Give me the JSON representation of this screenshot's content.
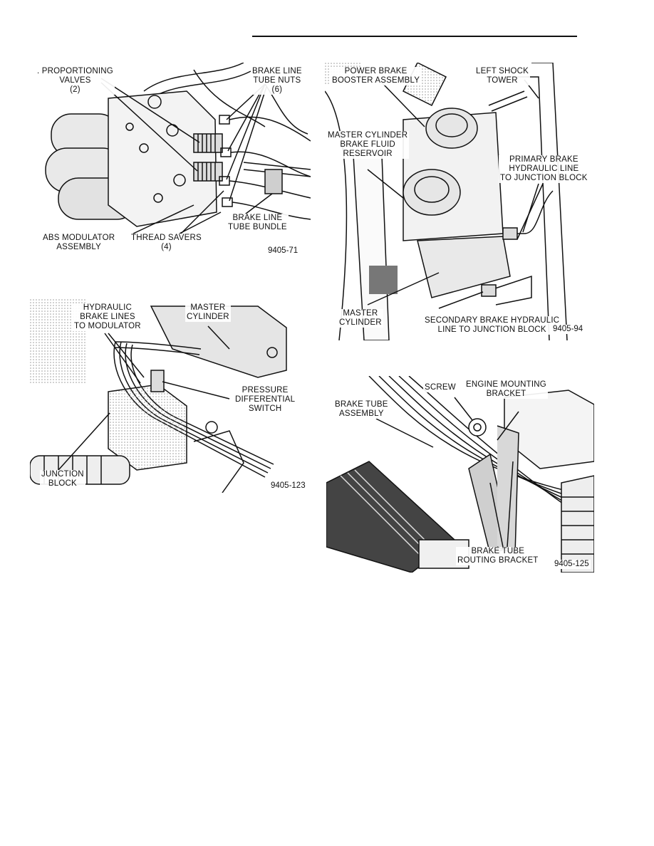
{
  "figures": [
    {
      "id": "abs-modulator",
      "code": "9405-71",
      "labels": {
        "proportioning_valves": ". PROPORTIONING\nVALVES\n(2)",
        "brake_line_tube_nuts": "BRAKE LINE\nTUBE NUTS\n(6)",
        "abs_modulator_assembly": "ABS MODULATOR\nASSEMBLY",
        "thread_savers": "THREAD SAVERS\n(4)",
        "brake_line_tube_bundle": "BRAKE LINE\nTUBE BUNDLE"
      }
    },
    {
      "id": "junction-block",
      "code": "9405-123",
      "labels": {
        "hydraulic_brake_lines": "HYDRAULIC\nBRAKE LINES\nTO MODULATOR",
        "master_cylinder": "MASTER\nCYLINDER",
        "pressure_differential_switch": "PRESSURE\nDIFFERENTIAL\nSWITCH",
        "junction_block": "JUNCTION\nBLOCK"
      }
    },
    {
      "id": "master-cylinder",
      "code": "9405-94",
      "labels": {
        "power_brake_booster": "POWER BRAKE\nBOOSTER ASSEMBLY",
        "left_shock_tower": "LEFT SHOCK\nTOWER",
        "master_cylinder_reservoir": "MASTER CYLINDER\nBRAKE FLUID\nRESERVOIR",
        "primary_brake_line": "PRIMARY BRAKE\nHYDRAULIC LINE\nTO JUNCTION BLOCK",
        "master_cylinder": "MASTER\nCYLINDER",
        "secondary_brake_line": "SECONDARY BRAKE HYDRAULIC\nLINE TO JUNCTION BLOCK"
      }
    },
    {
      "id": "tube-bracket",
      "code": "9405-125",
      "labels": {
        "screw": "SCREW",
        "engine_mounting_bracket": "ENGINE MOUNTING\nBRACKET",
        "brake_tube_assembly": "BRAKE TUBE\nASSEMBLY",
        "brake_tube_routing_bracket": "BRAKE TUBE\nROUTING BRACKET"
      }
    }
  ]
}
